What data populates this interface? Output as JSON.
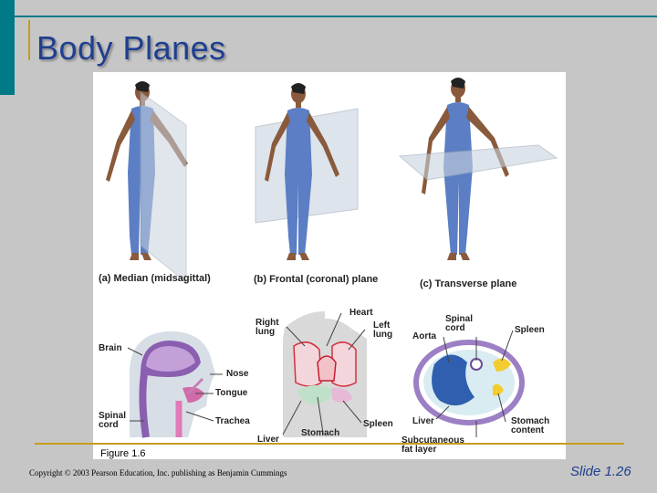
{
  "slide": {
    "title": "Body Planes",
    "copyright": "Copyright © 2003 Pearson Education, Inc. publishing as Benjamin Cummings",
    "slide_number": "Slide 1.26",
    "accent_color": "#007a87",
    "rule_color": "#c39e1c",
    "title_color": "#1f3f8f"
  },
  "figure": {
    "caption": "Figure 1.6",
    "panels": {
      "a": "(a) Median (midsagittal)",
      "b": "(b) Frontal (coronal) plane",
      "c": "(c) Transverse plane"
    },
    "labels": {
      "brain": "Brain",
      "nose": "Nose",
      "tongue": "Tongue",
      "trachea": "Trachea",
      "spinal_cord_a": "Spinal cord",
      "heart": "Heart",
      "right_lung": "Right lung",
      "left_lung": "Left lung",
      "liver_b": "Liver",
      "stomach": "Stomach",
      "spleen_b": "Spleen",
      "aorta": "Aorta",
      "spinal_cord_c": "Spinal cord",
      "spleen_c": "Spleen",
      "liver_c": "Liver",
      "stomach_content": "Stomach content",
      "subcutaneous_fat": "Subcutaneous fat layer"
    }
  }
}
